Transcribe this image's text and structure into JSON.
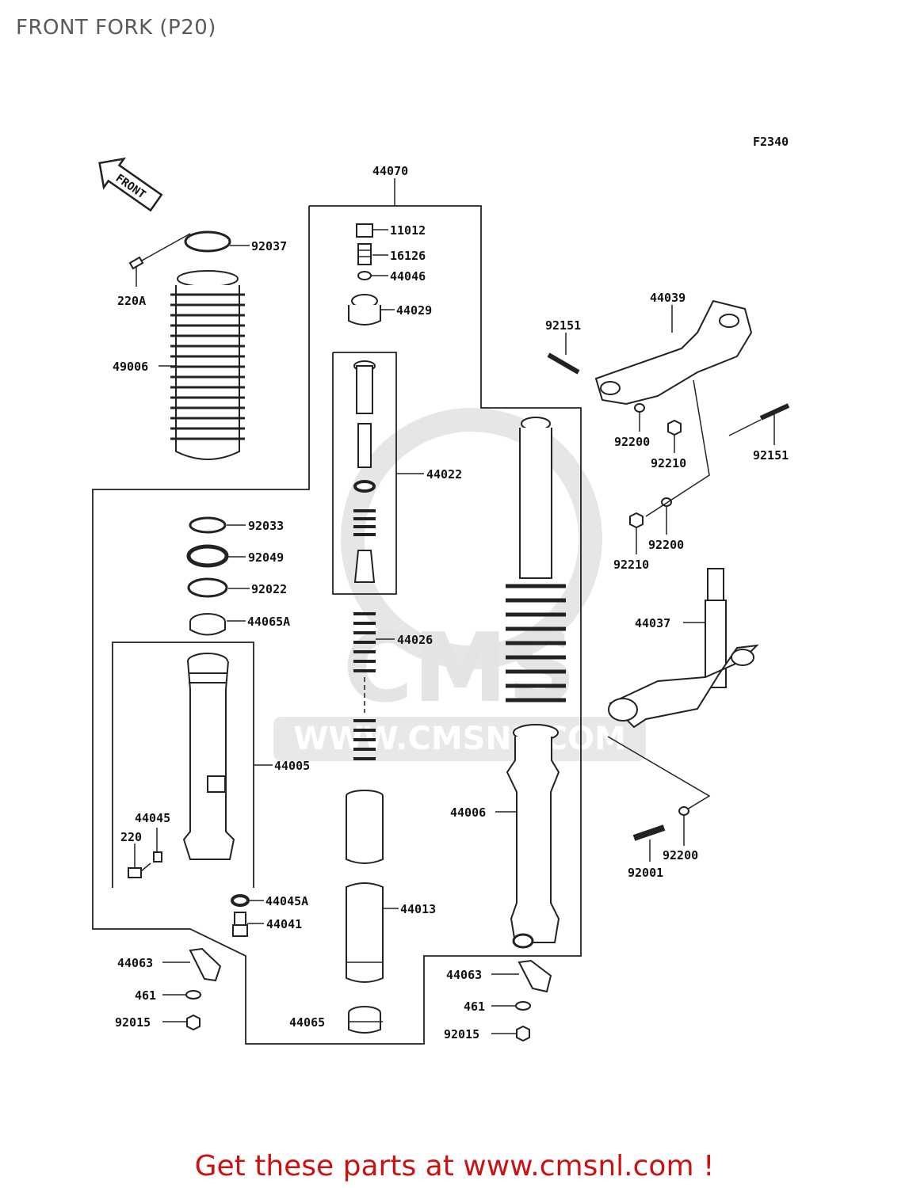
{
  "title": "FRONT FORK (P20)",
  "figure_code": "F2340",
  "front_arrow_label": "FRONT",
  "watermark": {
    "brand": "CMS",
    "url": "WWW.CMSNL.COM"
  },
  "footer": "Get these parts at www.cmsnl.com !",
  "colors": {
    "footer": "#cc1111",
    "line_art": "#222222",
    "watermark": "#e4e4e4"
  },
  "labels": {
    "p44070": "44070",
    "p11012": "11012",
    "p16126": "16126",
    "p44046": "44046",
    "p44029": "44029",
    "p92037": "92037",
    "p220A": "220A",
    "p49006": "49006",
    "p44022": "44022",
    "p44039": "44039",
    "p92151a": "92151",
    "p92151b": "92151",
    "p92200a": "92200",
    "p92210a": "92210",
    "p92200b": "92200",
    "p92210b": "92210",
    "p92033": "92033",
    "p92049": "92049",
    "p92022": "92022",
    "p44065A": "44065A",
    "p44026": "44026",
    "p44037": "44037",
    "p44005": "44005",
    "p44006": "44006",
    "p44045": "44045",
    "p220": "220",
    "p44045A": "44045A",
    "p44041": "44041",
    "p44013": "44013",
    "p92001": "92001",
    "p92200c": "92200",
    "p44063a": "44063",
    "p461a": "461",
    "p92015a": "92015",
    "p44063b": "44063",
    "p461b": "461",
    "p92015b": "92015",
    "p44065": "44065"
  }
}
